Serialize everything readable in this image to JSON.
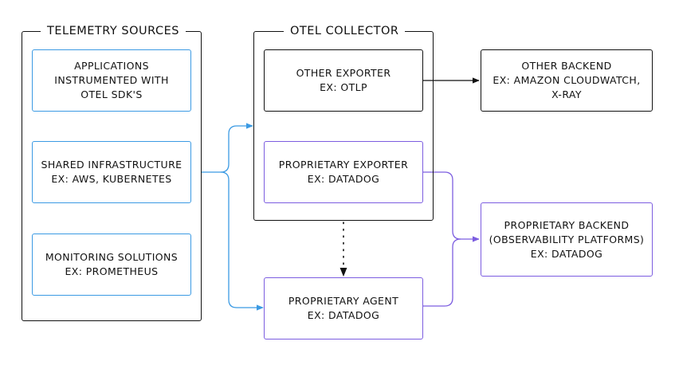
{
  "colors": {
    "sources": "#3b9ae3",
    "proprietary": "#7c5de0",
    "neutral": "#111111"
  },
  "groups": {
    "telemetry_sources": {
      "title": "TELEMETRY SOURCES"
    },
    "otel_collector": {
      "title": "OTEL COLLECTOR"
    }
  },
  "nodes": {
    "applications": {
      "lines": [
        "APPLICATIONS",
        "INSTRUMENTED WITH",
        "OTEL SDK'S"
      ]
    },
    "shared_infra": {
      "lines": [
        "SHARED INFRASTRUCTURE",
        "EX: AWS, KUBERNETES"
      ]
    },
    "monitoring": {
      "lines": [
        "MONITORING SOLUTIONS",
        "EX: PROMETHEUS"
      ]
    },
    "other_exporter": {
      "lines": [
        "OTHER EXPORTER",
        "EX: OTLP"
      ]
    },
    "proprietary_exporter": {
      "lines": [
        "PROPRIETARY EXPORTER",
        "EX: DATADOG"
      ]
    },
    "proprietary_agent": {
      "lines": [
        "PROPRIETARY AGENT",
        "EX: DATADOG"
      ]
    },
    "other_backend": {
      "lines": [
        "OTHER BACKEND",
        "EX: AMAZON CLOUDWATCH,",
        "X-RAY"
      ]
    },
    "proprietary_backend": {
      "lines": [
        "PROPRIETARY BACKEND",
        "(OBSERVABILITY PLATFORMS)",
        "EX: DATADOG"
      ]
    }
  },
  "edges": [
    {
      "from": "telemetry_sources",
      "to": "otel_collector",
      "style": "solid",
      "color": "sources"
    },
    {
      "from": "telemetry_sources",
      "to": "proprietary_agent",
      "style": "solid",
      "color": "sources"
    },
    {
      "from": "other_exporter",
      "to": "other_backend",
      "style": "solid",
      "color": "neutral"
    },
    {
      "from": "proprietary_exporter",
      "to": "proprietary_backend",
      "style": "solid",
      "color": "proprietary"
    },
    {
      "from": "proprietary_agent",
      "to": "proprietary_backend",
      "style": "solid",
      "color": "proprietary"
    },
    {
      "from": "otel_collector",
      "to": "proprietary_agent",
      "style": "dotted",
      "color": "neutral"
    }
  ]
}
